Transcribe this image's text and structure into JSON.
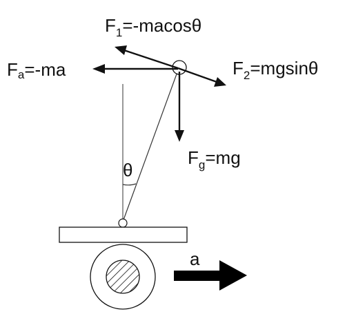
{
  "labels": {
    "f1": {
      "main": "F",
      "sub": "1",
      "rest": "=-macosθ"
    },
    "fa": {
      "main": "F",
      "sub": "a",
      "rest": "=-ma"
    },
    "f2": {
      "main": "F",
      "sub": "2",
      "rest": "=mgsinθ"
    },
    "fg": {
      "main": "F",
      "sub": "g",
      "rest": "=mg"
    },
    "theta": "θ",
    "accel": "a"
  },
  "colors": {
    "stroke": "#111111",
    "guide": "#555555"
  }
}
